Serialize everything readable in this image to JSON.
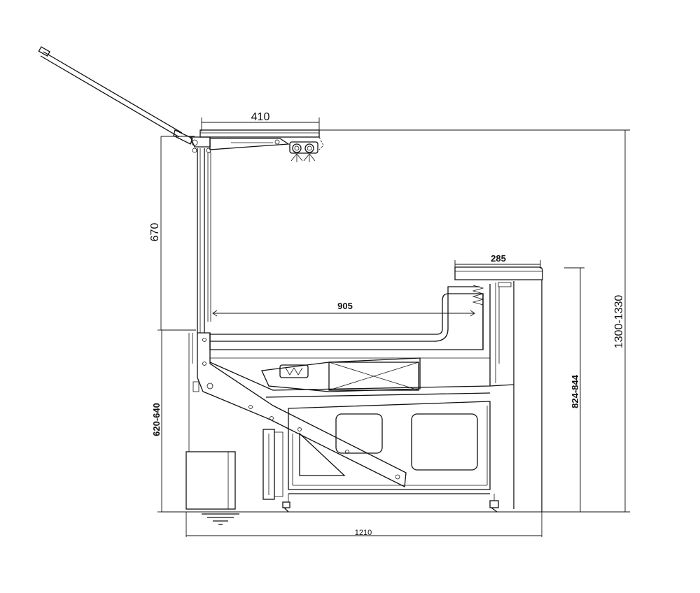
{
  "drawing": {
    "dimensions": {
      "top_canopy_width": "410",
      "canopy_height": "670",
      "top_shelf_depth": "285",
      "display_depth": "905",
      "overall_height": "1300-1330",
      "counter_height": "824-844",
      "foot_height": "620-640",
      "overall_width": "1210"
    }
  }
}
